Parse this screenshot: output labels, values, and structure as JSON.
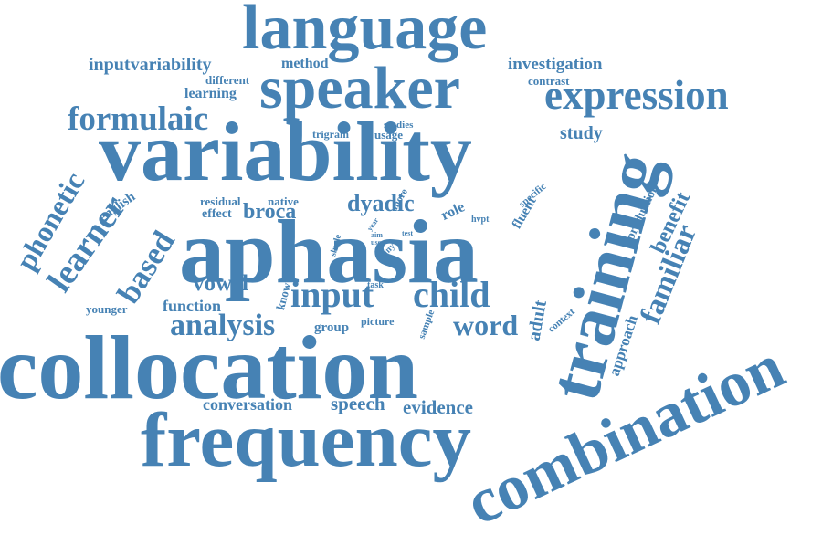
{
  "cloud": {
    "color": "#4682b4",
    "words": [
      "language",
      "speaker",
      "expression",
      "inputvariability",
      "method",
      "investigation",
      "different",
      "contrast",
      "learning",
      "formulaic",
      "variability",
      "trigram",
      "studies",
      "usage",
      "study",
      "phonetic",
      "english",
      "residual",
      "native",
      "more",
      "specific",
      "effect",
      "broca",
      "dyadic",
      "role",
      "hvpt",
      "fluent",
      "benefit",
      "production",
      "learner",
      "based",
      "aphasia",
      "training",
      "familiar",
      "single",
      "aim",
      "use",
      "test",
      "many",
      "task",
      "vowel",
      "know",
      "input",
      "child",
      "younger",
      "function",
      "analysis",
      "group",
      "picture",
      "sample",
      "word",
      "adult",
      "approach",
      "context",
      "collocation",
      "conversation",
      "speech",
      "evidence",
      "frequency",
      "combination",
      "year"
    ]
  }
}
